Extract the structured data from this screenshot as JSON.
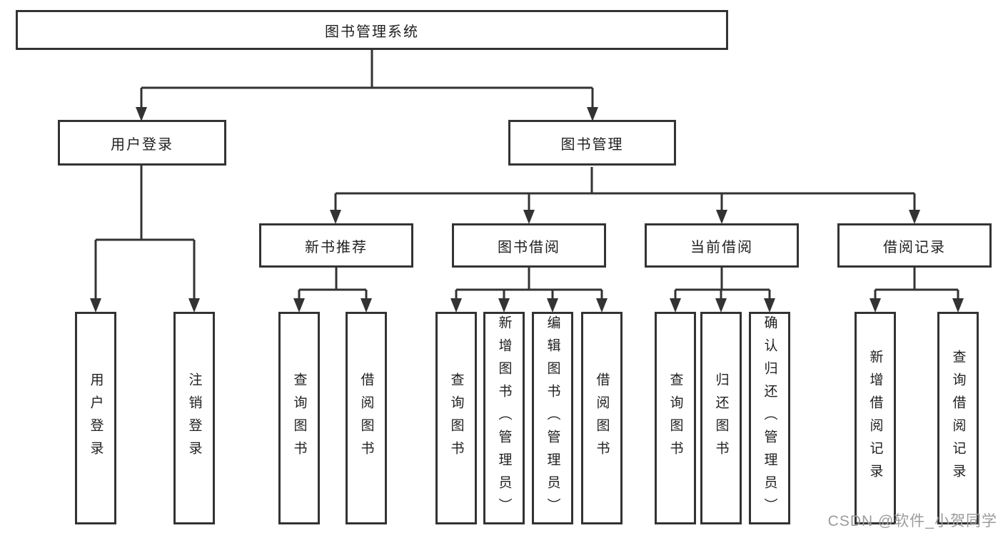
{
  "root_label": "图书管理系统",
  "level2": {
    "user_login": "用户登录",
    "book_management": "图书管理"
  },
  "level3": {
    "new_book": "新书推荐",
    "book_borrow": "图书借阅",
    "current_borrow": "当前借阅",
    "borrow_records": "借阅记录"
  },
  "leaves": {
    "user_login": [
      "用户登录",
      "注销登录"
    ],
    "new_book": [
      "查询图书",
      "借阅图书"
    ],
    "book_borrow": [
      "查询图书",
      "新增图书（管理员）",
      "编辑图书（管理员）",
      "借阅图书"
    ],
    "current_borrow": [
      "查询图书",
      "归还图书",
      "确认归还（管理员）"
    ],
    "borrow_records": [
      "新增借阅记录",
      "查询借阅记录"
    ]
  },
  "watermark": "CSDN @软件_小贺同学",
  "colors": {
    "line": "#333333",
    "box_border": "#333333",
    "text": "#1f1f1f",
    "watermark": "#9b9b9b",
    "background": "#ffffff"
  }
}
